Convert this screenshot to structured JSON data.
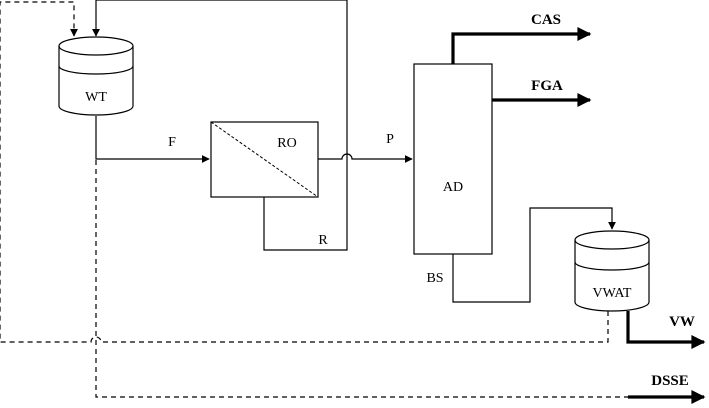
{
  "units": {
    "wt": "WT",
    "ro": "RO",
    "ad": "AD",
    "vwat": "VWAT"
  },
  "streams": {
    "f": "F",
    "p": "P",
    "r": "R",
    "bs": "BS",
    "cas": "CAS",
    "fga": "FGA",
    "vw": "VW",
    "dsse": "DSSE"
  }
}
